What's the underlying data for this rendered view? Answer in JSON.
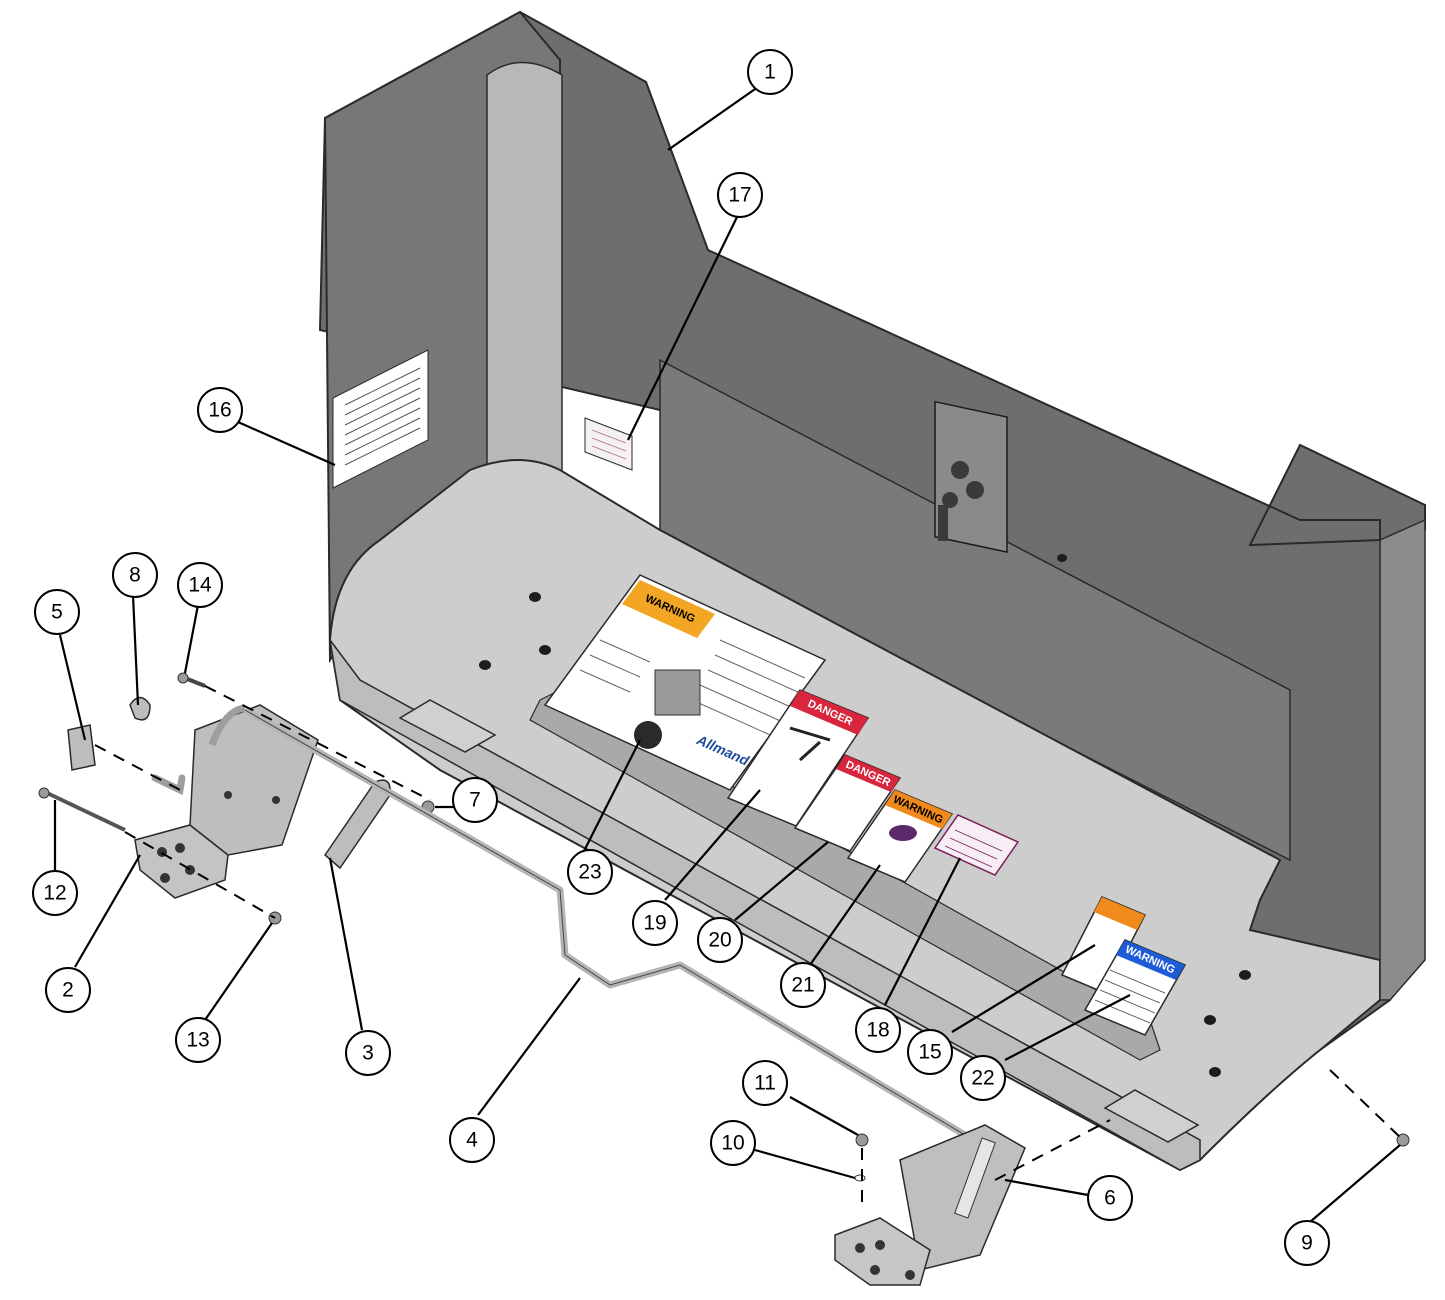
{
  "diagram": {
    "callouts": [
      "1",
      "2",
      "3",
      "4",
      "5",
      "6",
      "7",
      "8",
      "9",
      "10",
      "11",
      "12",
      "13",
      "14",
      "15",
      "16",
      "17",
      "18",
      "19",
      "20",
      "21",
      "22",
      "23"
    ],
    "decals": {
      "warning_label": "WARNING",
      "danger_label": "DANGER",
      "brand": "Allmand"
    }
  },
  "colors": {
    "panel_dark": "#6c6c6c",
    "panel_light": "#c9c9c9",
    "outline": "#2a2a2a",
    "danger_red": "#d7263d",
    "warning_orange": "#f08a1c",
    "warning_blue": "#1e5bd6",
    "hardware": "#b9b9b9"
  }
}
